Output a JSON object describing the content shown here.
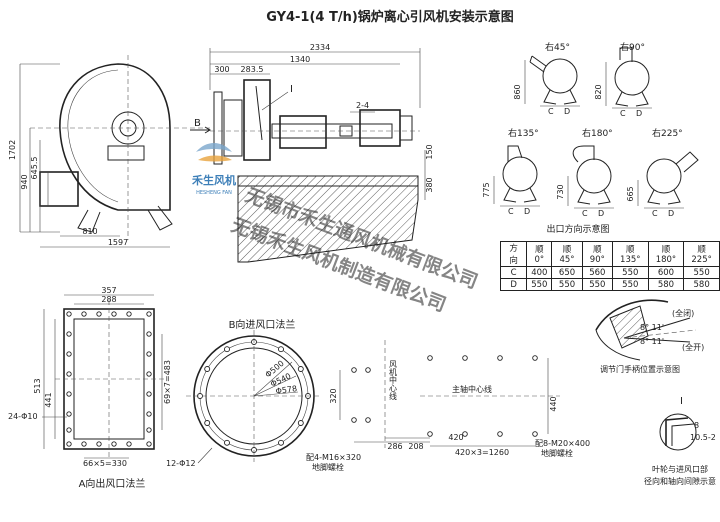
{
  "title": "GY4-1(4 T/h)锅炉离心引风机安装示意图",
  "watermark": {
    "logo_text": "禾生风机",
    "logo_sub": "HESHENG FAN",
    "line1": "无锡市禾生通风机械有限公司",
    "line2": "无锡禾生风机制造有限公司",
    "color": "#9bb3c9"
  },
  "main_view": {
    "dims": [
      "1702",
      "940",
      "645.5",
      "810",
      "1597",
      "300",
      "283.5",
      "1340",
      "2334",
      "2-4",
      "380",
      "150"
    ],
    "labels": {
      "section_b": "B",
      "detail_i": "I"
    }
  },
  "outlet_views": {
    "items": [
      {
        "angle": "右45°",
        "height": "860",
        "c": "C",
        "d": "D"
      },
      {
        "angle": "右90°",
        "height": "820",
        "c": "C",
        "d": "D"
      },
      {
        "angle": "右135°",
        "height": "775",
        "c": "C",
        "d": "D"
      },
      {
        "angle": "右180°",
        "height": "730",
        "c": "C",
        "d": "D"
      },
      {
        "angle": "右225°",
        "height": "665",
        "c": "C",
        "d": "D"
      }
    ],
    "caption": "出口方向示意图"
  },
  "spec_table": {
    "header": [
      "方 向",
      "顺0°",
      "顺45°",
      "顺90°",
      "顺135°",
      "顺180°",
      "顺225°"
    ],
    "rows": [
      [
        "C",
        "400",
        "650",
        "560",
        "550",
        "600",
        "550"
      ],
      [
        "D",
        "550",
        "550",
        "550",
        "550",
        "580",
        "580"
      ]
    ]
  },
  "outlet_flange": {
    "dims": [
      "357",
      "288",
      "513",
      "441",
      "69×7=483",
      "66×5=330",
      "24-Φ10",
      "12-Φ12"
    ],
    "caption": "A向出风口法兰"
  },
  "inlet_flange": {
    "title": "B向进风口法兰",
    "dims": [
      "Φ500",
      "Φ540",
      "Φ578"
    ]
  },
  "foundation": {
    "dims": [
      "320",
      "286",
      "208",
      "420",
      "420×3=1260",
      "440"
    ],
    "labels": {
      "inlet_center": "风机中心线",
      "shaft_center": "主轴中心线"
    },
    "bolts_left": {
      "spec": "配4-M16×320",
      "name": "地脚螺栓"
    },
    "bolts_right": {
      "spec": "配8-M20×400",
      "name": "地脚螺栓"
    }
  },
  "damper": {
    "closed": "(全闭)",
    "open": "(全开)",
    "angle1": "8° 11'",
    "angle2": "8° 11'",
    "caption": "调节门手柄位置示意图"
  },
  "detail": {
    "label": "I",
    "dims": [
      "8",
      "10.5-2"
    ],
    "caption_line1": "叶轮与进风口部",
    "caption_line2": "径向和轴向间隙示意"
  }
}
